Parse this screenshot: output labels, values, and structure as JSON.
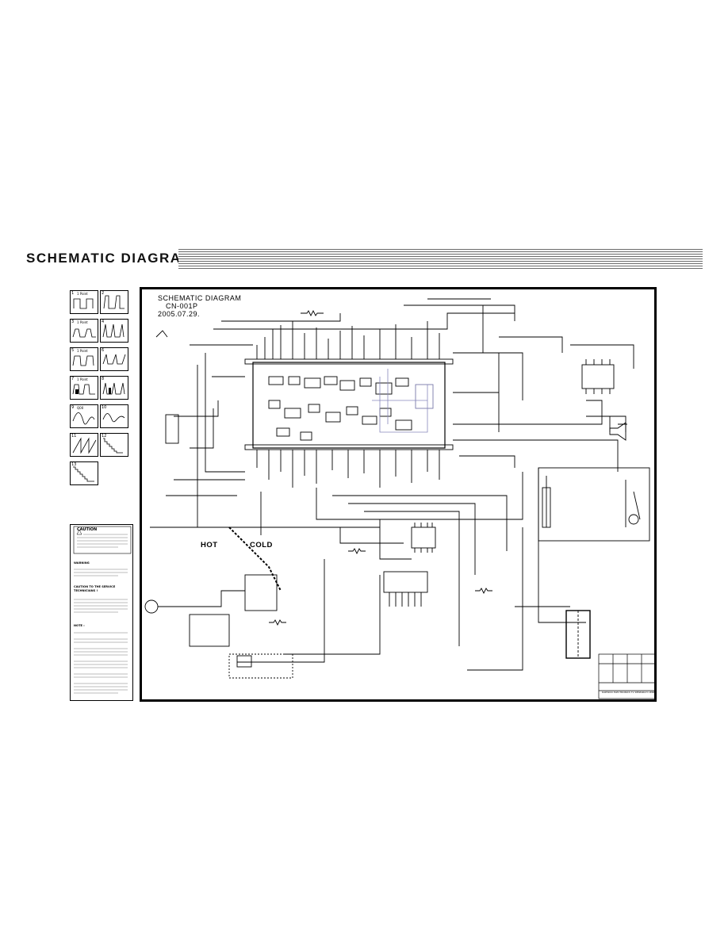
{
  "header": {
    "title": "SCHEMATIC DIAGRAM"
  },
  "diagram": {
    "title_line1": "SCHEMATIC  DIAGRAM",
    "title_line2": "CN-001P",
    "title_line3": "2005.07.29.",
    "hot_label": "HOT",
    "cold_label": "COLD",
    "title_block_footer": "DAEWOO ELECTRONICS TV RESEARCH CENTER"
  },
  "waveforms": [
    {
      "num": "1",
      "label": "1 Point"
    },
    {
      "num": "2",
      "label": ""
    },
    {
      "num": "3",
      "label": "1 Point"
    },
    {
      "num": "4",
      "label": ""
    },
    {
      "num": "5",
      "label": "1 Point"
    },
    {
      "num": "6",
      "label": ""
    },
    {
      "num": "7",
      "label": "1 Point"
    },
    {
      "num": "8",
      "label": ""
    },
    {
      "num": "9",
      "label": "Q00"
    },
    {
      "num": "10",
      "label": ""
    },
    {
      "num": "11",
      "label": ""
    },
    {
      "num": "12",
      "label": ""
    },
    {
      "num": "13",
      "label": ""
    }
  ],
  "caution": {
    "heading": "CAUTION",
    "warning_heading": "WARNING",
    "service_heading": "CAUTION TO THE SERVICE TECHNICIANS !",
    "note_heading": "NOTE :"
  },
  "colors": {
    "ink": "#000000",
    "header_rule": "#6b6b6b",
    "background": "#ffffff"
  }
}
